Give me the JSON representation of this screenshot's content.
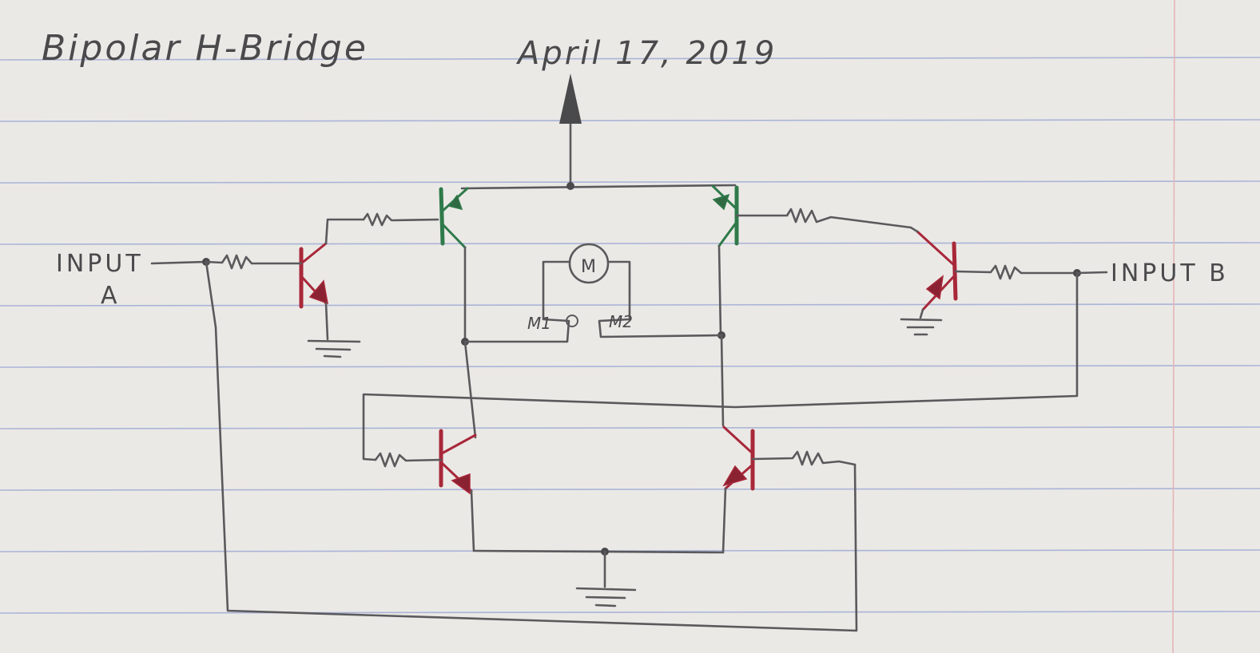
{
  "title": "Bipolar H-Bridge",
  "date": "April 17, 2019",
  "labels": {
    "input_a_line1": "INPUT",
    "input_a_line2": "A",
    "input_b": "INPUT B",
    "motor": "M",
    "m1": "M1",
    "m2": "M2"
  },
  "colors": {
    "paper": "#ebe9e6",
    "rule_line": "#aab4d6",
    "margin_line": "#e3b6b6",
    "pencil": "#5a5a5c",
    "npn_transistor": "#a8283a",
    "pnp_transistor": "#2f7a4a"
  }
}
